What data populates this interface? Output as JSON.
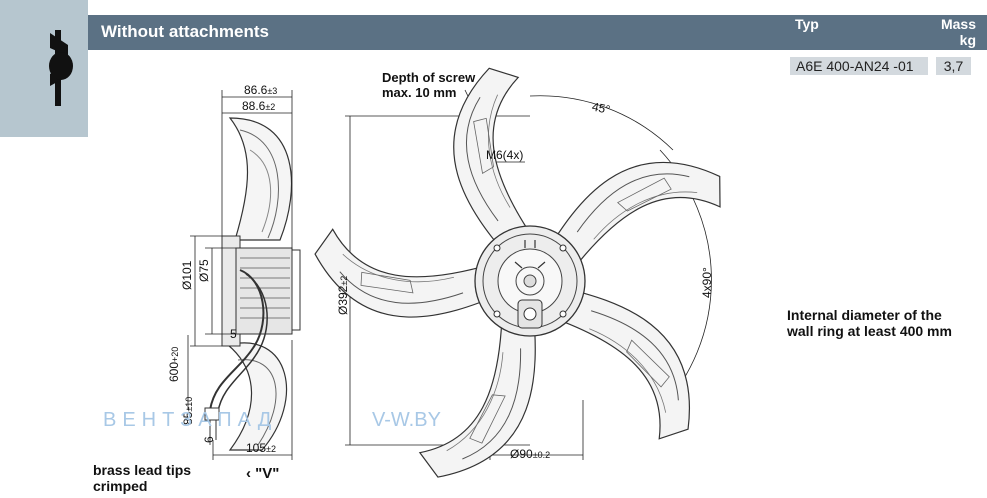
{
  "header": {
    "title": "Without attachments",
    "col_typ": "Typ",
    "col_mass": "Mass",
    "col_mass_unit": "kg"
  },
  "product": {
    "typ": "A6E  400-AN24  -01",
    "mass": "3,7"
  },
  "notes": {
    "screw_depth_line1": "Depth of screw",
    "screw_depth_line2": "max. 10 mm",
    "wall_ring_line1": "Internal diameter of the",
    "wall_ring_line2": "wall ring at least 400 mm",
    "lead_tips_line1": "brass lead tips",
    "lead_tips_line2": "crimped",
    "view_label": "\"V\"",
    "view_arrow": "‹"
  },
  "dimensions": {
    "depth_a": "86.6",
    "depth_a_tol": "±3",
    "depth_b": "88.6",
    "depth_b_tol": "±2",
    "dia_101": "Ø101",
    "dia_75": "Ø75",
    "dia_392": "Ø392",
    "dia_392_tol": "±2",
    "five": "5",
    "cable": "600",
    "cable_tol": "+20",
    "cable_end": "85",
    "cable_end_tol": "±10",
    "six": "6",
    "width_105": "105",
    "width_105_tol": "±2",
    "dia_90": "Ø90",
    "dia_90_tol": "±0.2",
    "angle_45": "45°",
    "angle_4x90": "4x90°",
    "screw": "M6(4x)"
  },
  "watermark": {
    "left": "ВЕНТЗАПАД",
    "right": "V-W.BY"
  },
  "colors": {
    "header": "#5b7184",
    "side_tab": "#b6c6cf",
    "cell": "#d3d9de",
    "watermark": "#a8c8e6"
  }
}
